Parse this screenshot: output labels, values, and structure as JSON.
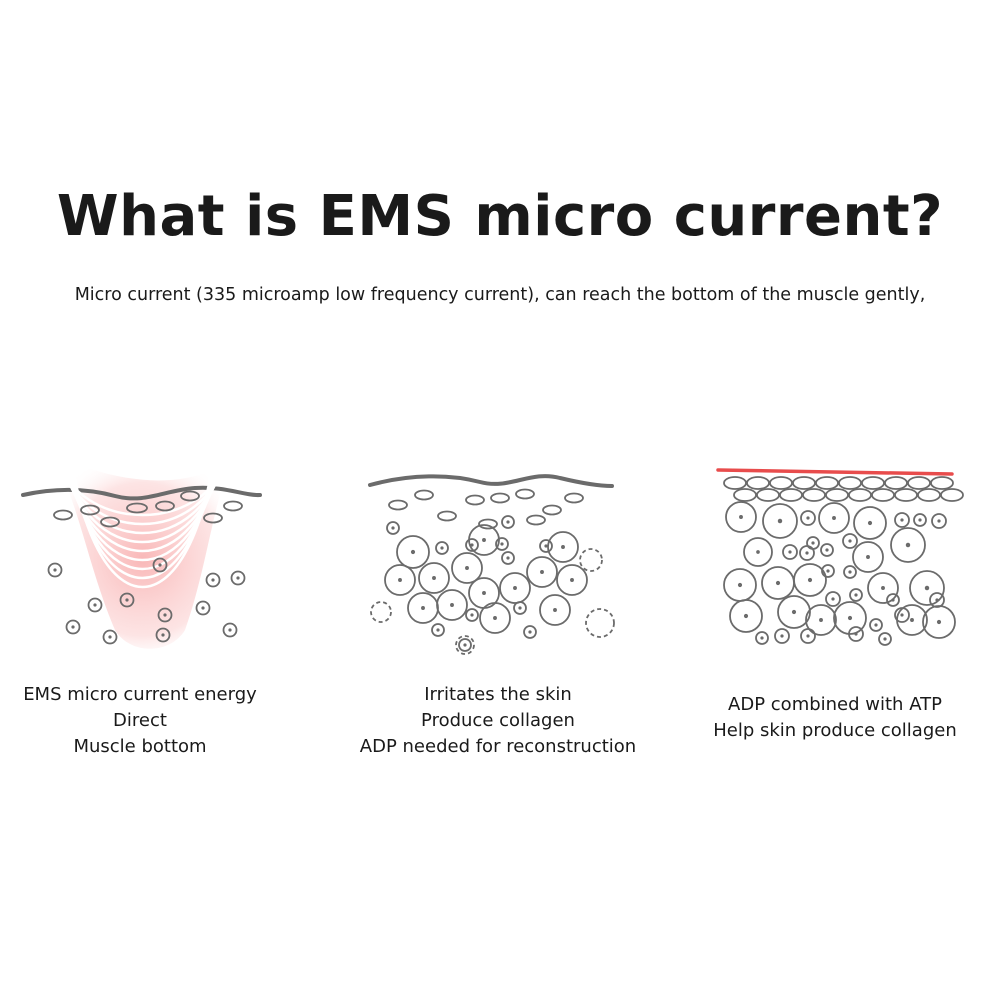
{
  "header": {
    "title": "What is EMS micro current?",
    "subtitle": "Micro current (335 microamp low frequency current), can reach the bottom of the muscle gently,"
  },
  "panels": [
    {
      "lines": [
        "EMS micro current energy",
        "Direct",
        "Muscle bottom"
      ],
      "accent_color": "#f06a6a"
    },
    {
      "lines": [
        "Irritates the skin",
        "Produce collagen",
        "ADP needed for reconstruction"
      ]
    },
    {
      "lines": [
        "ADP combined with ATP",
        "Help skin produce collagen"
      ],
      "accent_color": "#e84c4c"
    }
  ],
  "colors": {
    "stroke": "#6b6b6b",
    "text": "#1a1a1a"
  }
}
